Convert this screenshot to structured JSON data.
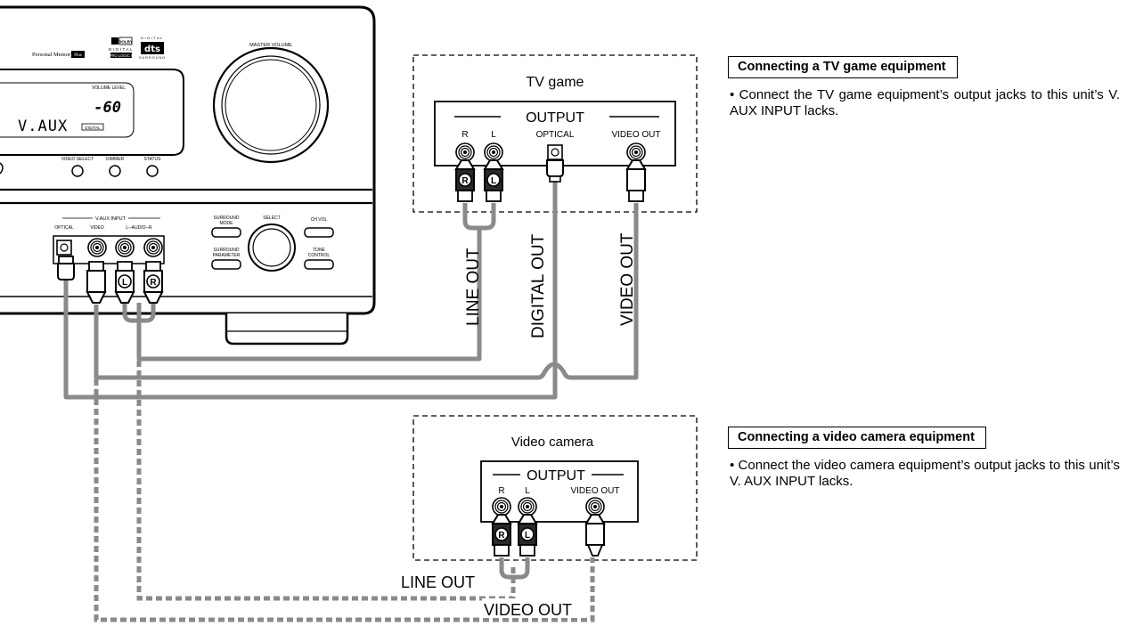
{
  "receiver": {
    "logo_personal_memory": "Personal Memory",
    "logo_plus": "Plus",
    "logo_dolby": "DOLBY",
    "logo_digital": "DIGITAL",
    "logo_prologic": "PRO LOGIC II",
    "logo_dts_top": "DIGITAL",
    "logo_dts": "dts",
    "logo_dts_bottom": "SURROUND",
    "master_volume_label": "MASTER VOLUME",
    "volume_level_label": "VOLUME LEVEL",
    "display_volume": "-60",
    "display_source": "V.AUX",
    "display_badge": "DIGITAL",
    "video_select_label": "VIDEO SELECT",
    "dimmer_label": "DIMMER",
    "status_label": "STATUS",
    "vaux_input_label": "V.AUX INPUT",
    "optical_label": "OPTICAL",
    "video_label": "VIDEO",
    "audio_label": "L─AUDIO─R",
    "surround_mode_label_1": "SURROUND",
    "surround_mode_label_2": "MODE",
    "surround_param_label_1": "SURROUND",
    "surround_param_label_2": "PARAMETER",
    "select_label": "SELECT",
    "ch_vol_label": "CH VOL",
    "tone_control_label_1": "TONE",
    "tone_control_label_2": "CONTROL",
    "jack_l": "L",
    "jack_r": "R"
  },
  "tv_game": {
    "title": "TV game",
    "output_label": "OUTPUT",
    "r_label": "R",
    "l_label": "L",
    "optical_label": "OPTICAL",
    "video_out_label": "VIDEO OUT"
  },
  "cable_labels": {
    "line_out": "LINE OUT",
    "digital_out": "DIGITAL OUT",
    "video_out": "VIDEO OUT"
  },
  "video_camera": {
    "title": "Video camera",
    "output_label": "OUTPUT",
    "r_label": "R",
    "l_label": "L",
    "video_out_label": "VIDEO OUT",
    "line_out_cable": "LINE OUT",
    "video_out_cable": "VIDEO OUT"
  },
  "notes": {
    "tv_game_title": "Connecting a TV game equipment",
    "tv_game_body": "• Connect the TV game equipment’s output jacks to this unit’s V. AUX INPUT lacks.",
    "camera_title": "Connecting a video camera equipment",
    "camera_body": "• Connect the video camera equipment’s output jacks to this unit’s V. AUX INPUT lacks."
  },
  "colors": {
    "cable_gray": "#8a8a8a",
    "line": "#000000",
    "background": "#ffffff"
  }
}
